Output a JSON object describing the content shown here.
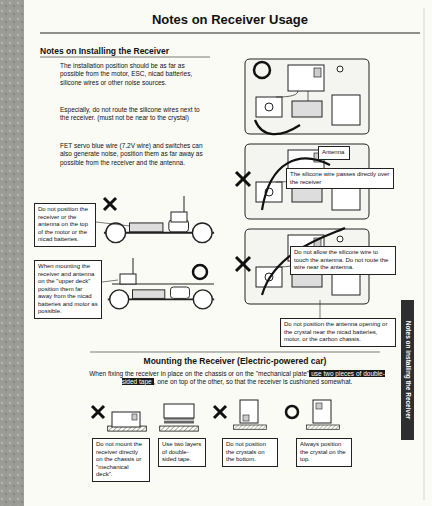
{
  "diagram": {
    "title": "Notes on Receiver Usage",
    "nodes": [
      {
        "text": [
          "Antenna"
        ]
      },
      {
        "text": [
          "The silicone wire passes directly over the receiver"
        ]
      },
      {
        "text": [
          "Do not position the receiver or the antenna on the top of the motor or the nicad batteries."
        ]
      },
      {
        "text": [
          "Do not allow the silicone wire to touch the antenna. Do not route the wire near the antenna."
        ]
      },
      {
        "text": [
          "When mounting the receiver and antenna on the \"upper deck\" position them far away from the nicad batteries and motor as possible."
        ]
      },
      {
        "text": [
          "Do not position the antenna opening or the crystal near the nicad batteries, motor, or the carbon chassis."
        ]
      },
      {
        "text": [
          "Do not mount the receiver directly on the chassis or \"mechanical deck\"."
        ]
      },
      {
        "text": [
          "Use two layers of double-sided tape."
        ]
      },
      {
        "text": [
          "Do not position the crystals on the bottom."
        ]
      },
      {
        "text": [
          "Always position the crystal on the top."
        ]
      },
      {
        "text": [
          "Notes on installing the Receiver"
        ]
      }
    ],
    "labels": [
      "Notes on Installing the Receiver",
      "The installation position should be as far as possible from the motor, ESC, nicad batteries, silicone wires or other noise sources.",
      "Especially, do not route the silicone wires next to the receiver. (must not be near to the crystal)",
      "FET servo blue wire (7.2V wire) and switches can also generate noise, position them as far away as possible from the receiver and the antenna.",
      "Mounting the Receiver (Electric-powered car)",
      "When fixing the receiver in place on the chassis or on the \"mechanical plate\"",
      "use two pieces of double-sided tape",
      ", one on top of the other, so that the receiver is cushioned somewhat."
    ]
  }
}
